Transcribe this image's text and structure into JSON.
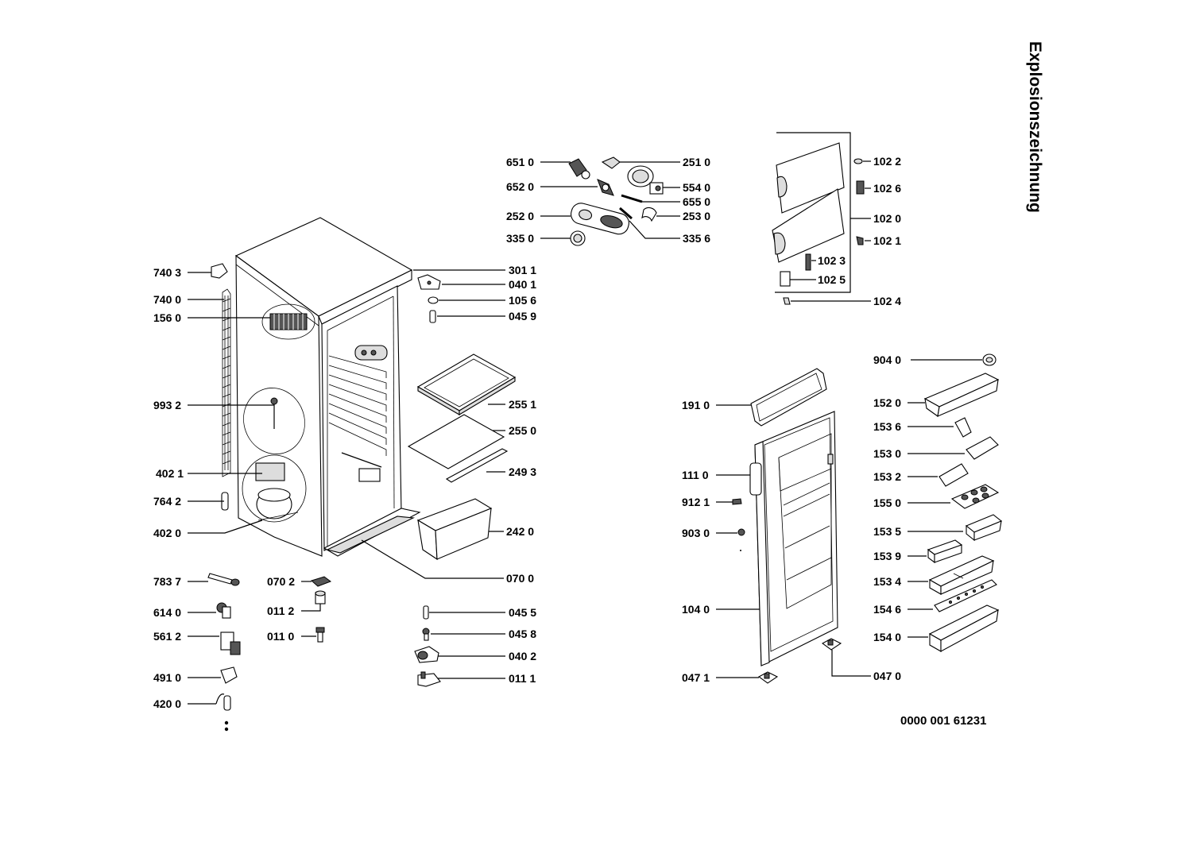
{
  "title": "Explosionszeichnung",
  "drawing_number": "0000 001 61231",
  "parts": {
    "p7403": "740 3",
    "p7400": "740 0",
    "p1560": "156 0",
    "p9932": "993 2",
    "p4021": "402 1",
    "p7642": "764 2",
    "p4020": "402 0",
    "p7837": "783 7",
    "p6140": "614 0",
    "p5612": "561 2",
    "p4910": "491 0",
    "p4200": "420 0",
    "p0702": "070 2",
    "p0112": "011 2",
    "p0110": "011 0",
    "p6510": "651 0",
    "p6520": "652 0",
    "p2520": "252 0",
    "p3350": "335 0",
    "p2510": "251 0",
    "p5540": "554 0",
    "p6550": "655 0",
    "p2530": "253 0",
    "p3356": "335 6",
    "p3011": "301 1",
    "p0401": "040 1",
    "p1056": "105 6",
    "p0459": "045 9",
    "p2551": "255 1",
    "p2550": "255 0",
    "p2493": "249 3",
    "p2420": "242 0",
    "p0700": "070 0",
    "p0455": "045 5",
    "p0458": "045 8",
    "p0402": "040 2",
    "p0111": "011 1",
    "p1022": "102 2",
    "p1026": "102 6",
    "p1020": "102 0",
    "p1021": "102 1",
    "p1023": "102 3",
    "p1025": "102 5",
    "p1024": "102 4",
    "p1910": "191 0",
    "p1110": "111 0",
    "p9121": "912 1",
    "p9030": "903 0",
    "p1040": "104 0",
    "p0471": "047 1",
    "p0470": "047 0",
    "p9040": "904 0",
    "p1520": "152 0",
    "p1536": "153 6",
    "p1530": "153 0",
    "p1532": "153 2",
    "p1550": "155 0",
    "p1535": "153 5",
    "p1539": "153 9",
    "p1534": "153 4",
    "p1546": "154 6",
    "p1540": "154 0"
  }
}
